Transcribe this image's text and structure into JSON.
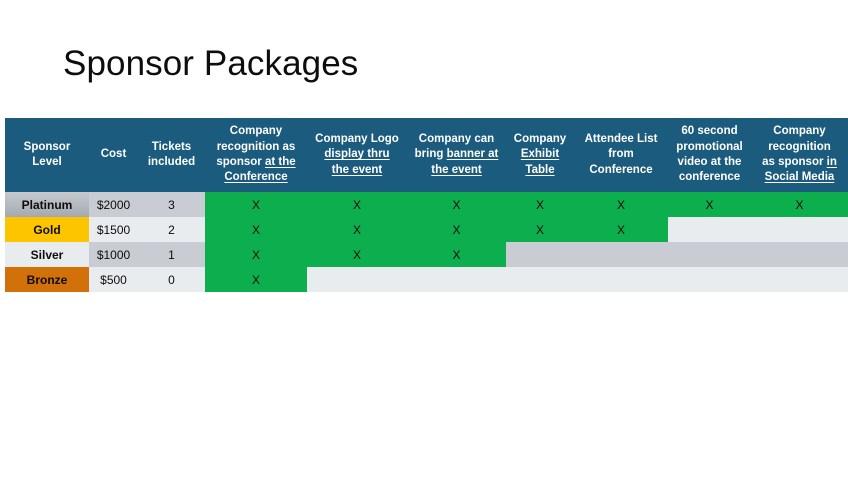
{
  "slide": {
    "title": "Sponsor Packages"
  },
  "colors": {
    "header_bg": "#1b5b7e",
    "green_yes": "#0cae4d",
    "gold": "#fdc400",
    "bronze": "#d2700a",
    "platinum": "#b6bac1",
    "silver": "#e9ecee",
    "band_dark": "#c9ccd3",
    "band_light": "#e9ecee",
    "title_text": "#0d0d0d"
  },
  "table": {
    "mark": "X",
    "columns": [
      {
        "key": "sponsor_level",
        "label": "Sponsor Level",
        "lines": [
          {
            "text": "Sponsor",
            "underline": false
          },
          {
            "text": "Level",
            "underline": false
          }
        ]
      },
      {
        "key": "cost",
        "label": "Cost",
        "lines": [
          {
            "text": "Cost",
            "underline": false
          }
        ]
      },
      {
        "key": "tickets",
        "label": "Tickets included",
        "lines": [
          {
            "text": "Tickets",
            "underline": false
          },
          {
            "text": "included",
            "underline": false
          }
        ]
      },
      {
        "key": "recognition_conf",
        "label": "Company recognition as sponsor at the Conference",
        "lines": [
          {
            "text": "Company",
            "underline": false
          },
          {
            "text": "recognition as",
            "underline": false
          },
          {
            "text": "sponsor ",
            "underline": false,
            "tail": "at the"
          },
          {
            "text": "Conference",
            "underline": true
          }
        ]
      },
      {
        "key": "logo_display",
        "label": "Company Logo display thru the event",
        "lines": [
          {
            "text": "Company Logo",
            "underline": false
          },
          {
            "text": "display thru",
            "underline": true
          },
          {
            "text": "the event",
            "underline": true
          }
        ]
      },
      {
        "key": "banner",
        "label": "Company can bring banner at the event",
        "lines": [
          {
            "text": "Company can",
            "underline": false
          },
          {
            "text": "bring ",
            "underline": false,
            "tail": "banner at"
          },
          {
            "text": "the event",
            "underline": true
          }
        ]
      },
      {
        "key": "exhibit_table",
        "label": "Company Exhibit Table",
        "lines": [
          {
            "text": "Company",
            "underline": false
          },
          {
            "text": "Exhibit",
            "underline": true
          },
          {
            "text": "Table",
            "underline": true
          }
        ]
      },
      {
        "key": "attendee_list",
        "label": "Attendee List from Conference",
        "lines": [
          {
            "text": "Attendee List",
            "underline": false
          },
          {
            "text": "from",
            "underline": false
          },
          {
            "text": "Conference",
            "underline": false
          }
        ]
      },
      {
        "key": "promo_video",
        "label": "60 second promotional video at the conference",
        "lines": [
          {
            "text": "60 second",
            "underline": false
          },
          {
            "text": "promotional",
            "underline": false
          },
          {
            "text": "video at the",
            "underline": false
          },
          {
            "text": "conference",
            "underline": false
          }
        ]
      },
      {
        "key": "social_media",
        "label": "Company recognition as sponsor in Social Media",
        "lines": [
          {
            "text": "Company",
            "underline": false
          },
          {
            "text": "recognition",
            "underline": false
          },
          {
            "text": "as sponsor ",
            "underline": false,
            "tail": "in"
          },
          {
            "text": "Social Media",
            "underline": true
          }
        ]
      }
    ],
    "rows": [
      {
        "tier": "Platinum",
        "tier_style": "platinum",
        "band": "dark",
        "cost": "$2000",
        "tickets": "3",
        "benefits": {
          "recognition_conf": true,
          "logo_display": true,
          "banner": true,
          "exhibit_table": true,
          "attendee_list": true,
          "promo_video": true,
          "social_media": true
        }
      },
      {
        "tier": "Gold",
        "tier_style": "gold",
        "band": "light",
        "cost": "$1500",
        "tickets": "2",
        "benefits": {
          "recognition_conf": true,
          "logo_display": true,
          "banner": true,
          "exhibit_table": true,
          "attendee_list": true,
          "promo_video": false,
          "social_media": false
        }
      },
      {
        "tier": "Silver",
        "tier_style": "silver",
        "band": "dark",
        "cost": "$1000",
        "tickets": "1",
        "benefits": {
          "recognition_conf": true,
          "logo_display": true,
          "banner": true,
          "exhibit_table": false,
          "attendee_list": false,
          "promo_video": false,
          "social_media": false
        }
      },
      {
        "tier": "Bronze",
        "tier_style": "bronze",
        "band": "light",
        "cost": "$500",
        "tickets": "0",
        "benefits": {
          "recognition_conf": true,
          "logo_display": false,
          "banner": false,
          "exhibit_table": false,
          "attendee_list": false,
          "promo_video": false,
          "social_media": false
        }
      }
    ]
  }
}
